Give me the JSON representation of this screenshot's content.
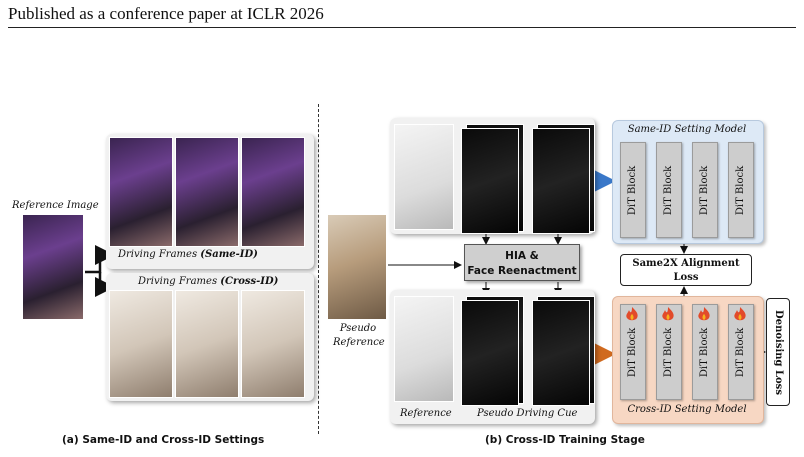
{
  "header": {
    "text": "Published as a conference paper at ICLR 2026"
  },
  "panel_a": {
    "reference_label": "Reference Image",
    "same_id_prefix": "Driving Frames ",
    "same_id_suffix": "(Same-ID)",
    "cross_id_prefix": "Driving Frames ",
    "cross_id_suffix": "(Cross-ID)",
    "caption": "(a) Same-ID and Cross-ID Settings"
  },
  "panel_b": {
    "pseudo_reference_line1": "Pseudo",
    "pseudo_reference_line2": "Reference",
    "hia_line1": "HIA &",
    "hia_line2": "Face Reenactment",
    "same_id_model_title": "Same-ID Setting Model",
    "cross_id_model_title": "Cross-ID Setting Model",
    "dit_block_label": "DiT Block",
    "alignment_line1": "Same2X Alignment",
    "alignment_line2": "Loss",
    "denoising_loss": "Denoising Loss",
    "reference_label": "Reference",
    "pseudo_cue_label": "Pseudo Driving Cue",
    "caption": "(b) Cross-ID Training Stage"
  },
  "icons": {
    "frozen": "snowflake-icon",
    "trainable": "flame-icon"
  },
  "colors": {
    "arrow_blue": "#3a78c9",
    "arrow_orange": "#d06a1f",
    "frozen_icon": "#2f7fd6",
    "flame_icon": "#e24a2a"
  }
}
